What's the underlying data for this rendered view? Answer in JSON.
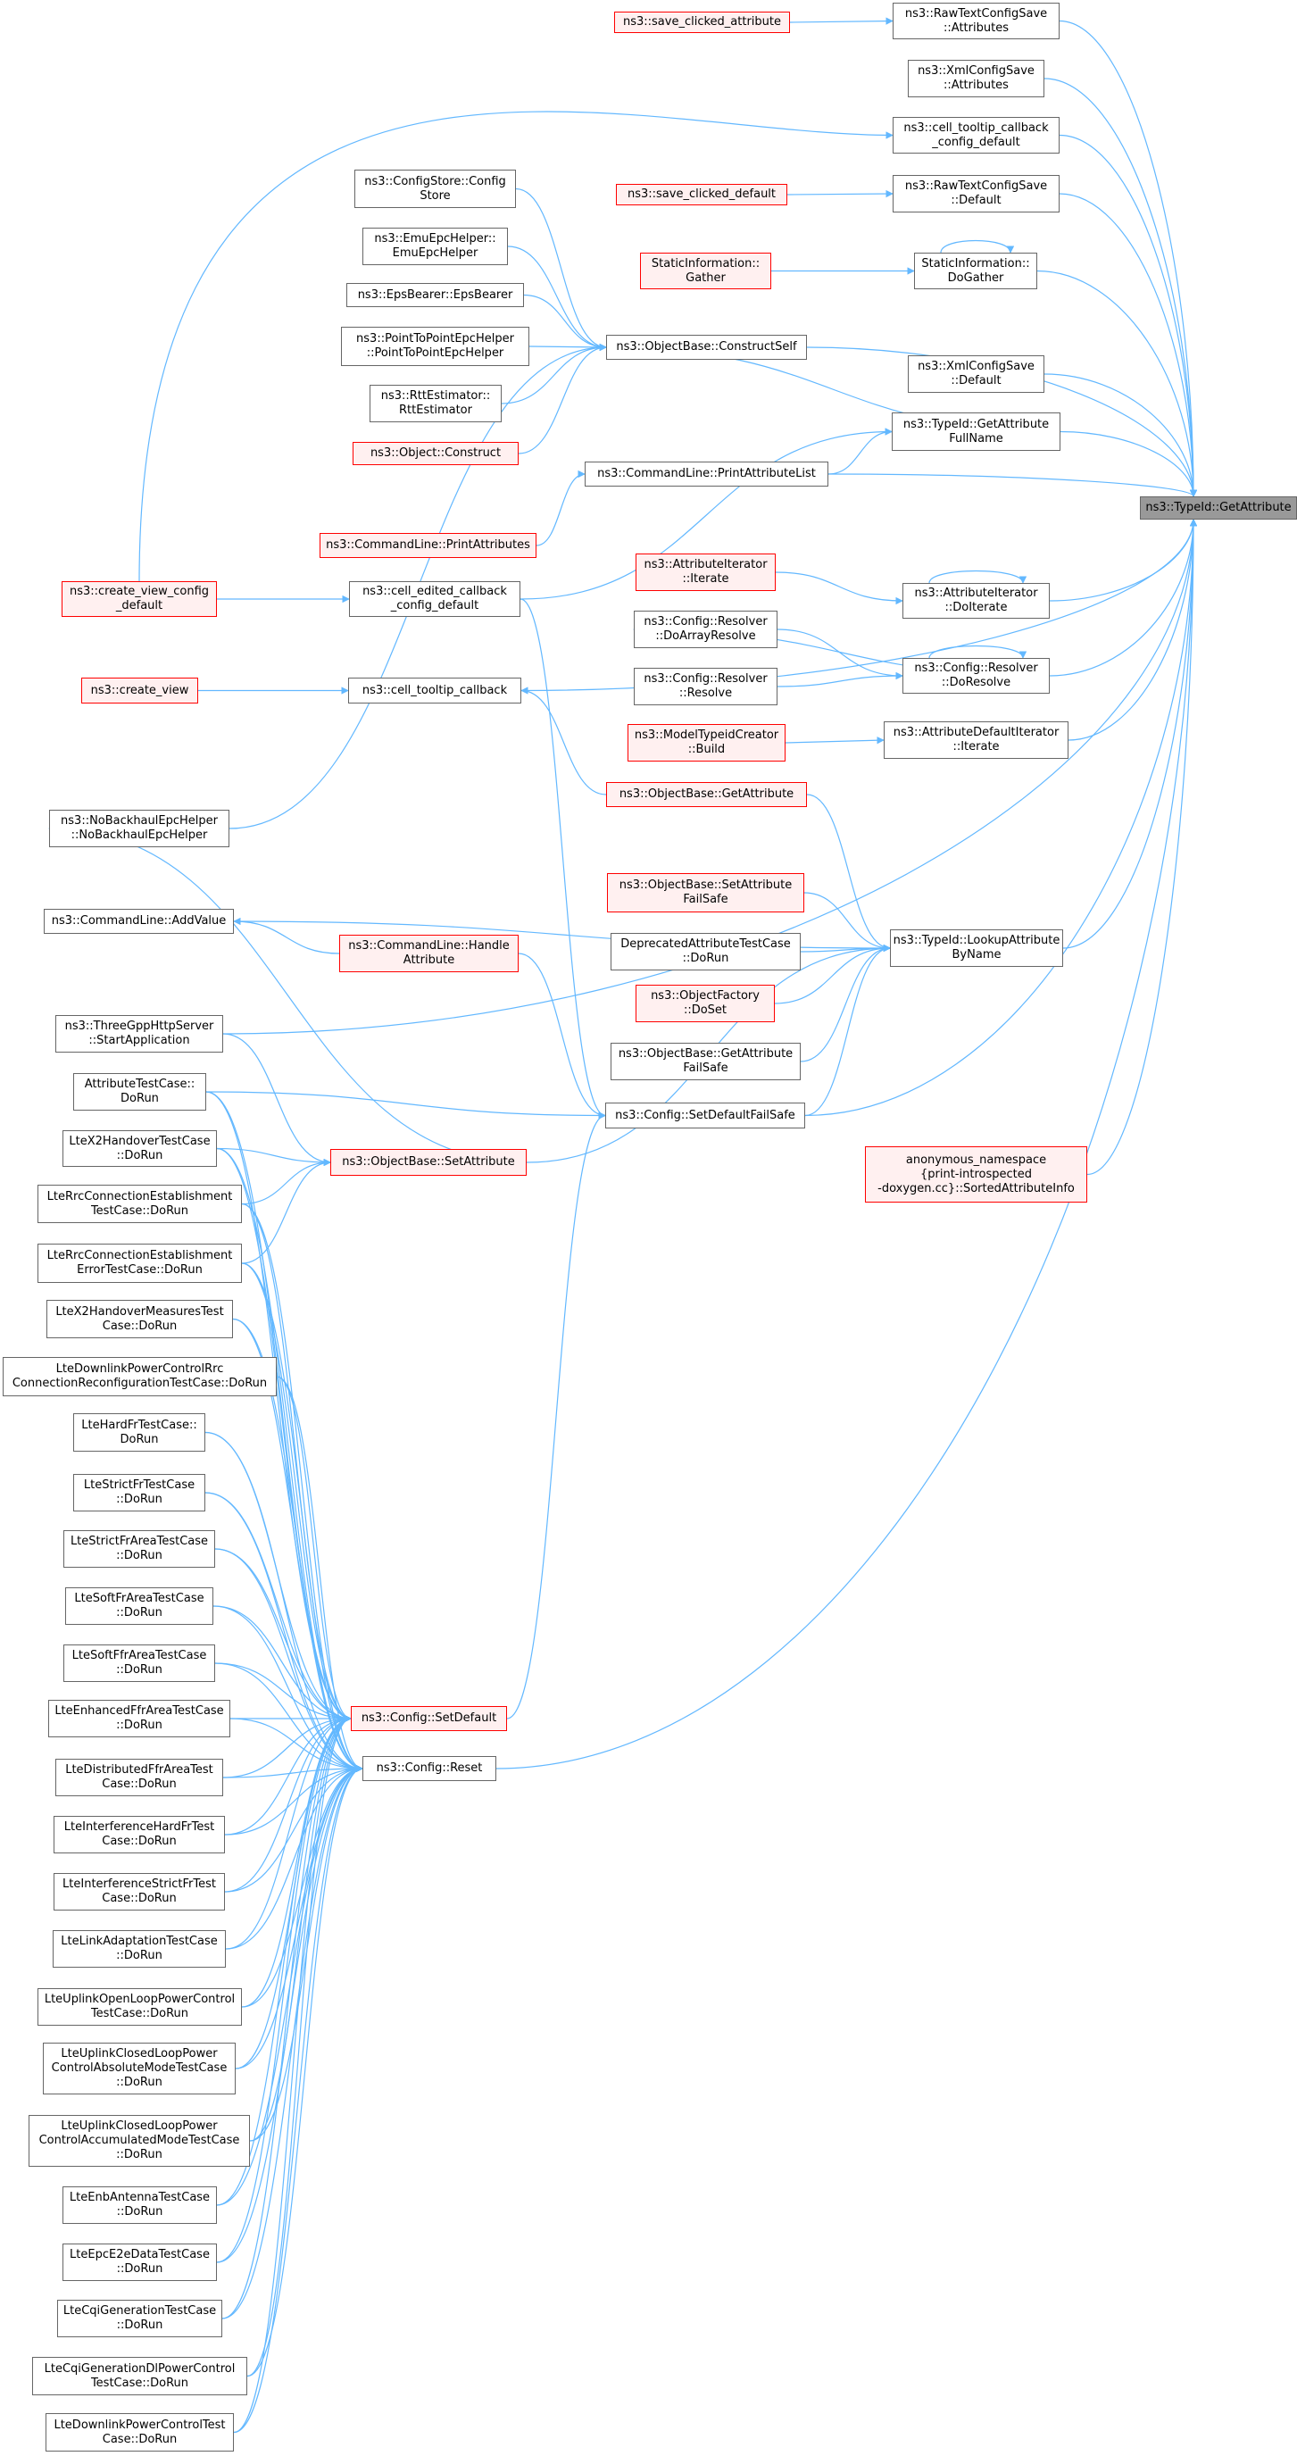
{
  "graph": {
    "root": "ns3::TypeId::GetAttribute",
    "edge_color": "#63b8ff",
    "node_border_color": "#666666",
    "truncated_node_border_color": "#ff0000",
    "truncated_node_fill": "#fff0f0",
    "root_node_fill": "#999999",
    "nodes": [
      {
        "id": "root",
        "label": "ns3::TypeId::GetAttribute",
        "style": "root"
      },
      {
        "id": "raw_attrs",
        "label": "ns3::RawTextConfigSave\n::Attributes",
        "style": "normal"
      },
      {
        "id": "save_clicked_attr",
        "label": "ns3::save_clicked_attribute",
        "style": "red"
      },
      {
        "id": "xml_attrs",
        "label": "ns3::XmlConfigSave\n::Attributes",
        "style": "normal"
      },
      {
        "id": "cell_tooltip_cfg",
        "label": "ns3::cell_tooltip_callback\n_config_default",
        "style": "normal"
      },
      {
        "id": "raw_default",
        "label": "ns3::RawTextConfigSave\n::Default",
        "style": "normal"
      },
      {
        "id": "save_clicked_def",
        "label": "ns3::save_clicked_default",
        "style": "red"
      },
      {
        "id": "static_dogather",
        "label": "StaticInformation::\nDoGather",
        "style": "normal"
      },
      {
        "id": "static_gather",
        "label": "StaticInformation::\nGather",
        "style": "red"
      },
      {
        "id": "construct_self",
        "label": "ns3::ObjectBase::ConstructSelf",
        "style": "normal"
      },
      {
        "id": "config_store",
        "label": "ns3::ConfigStore::Config\nStore",
        "style": "normal"
      },
      {
        "id": "emu_epc",
        "label": "ns3::EmuEpcHelper::\nEmuEpcHelper",
        "style": "normal"
      },
      {
        "id": "eps_bearer",
        "label": "ns3::EpsBearer::EpsBearer",
        "style": "normal"
      },
      {
        "id": "p2p_epc",
        "label": "ns3::PointToPointEpcHelper\n::PointToPointEpcHelper",
        "style": "normal"
      },
      {
        "id": "rtt",
        "label": "ns3::RttEstimator::\nRttEstimator",
        "style": "normal"
      },
      {
        "id": "obj_construct",
        "label": "ns3::Object::Construct",
        "style": "red"
      },
      {
        "id": "xml_default",
        "label": "ns3::XmlConfigSave\n::Default",
        "style": "normal"
      },
      {
        "id": "get_attr_fullname",
        "label": "ns3::TypeId::GetAttribute\nFullName",
        "style": "normal"
      },
      {
        "id": "print_attr_list",
        "label": "ns3::CommandLine::PrintAttributeList",
        "style": "normal"
      },
      {
        "id": "print_attrs",
        "label": "ns3::CommandLine::PrintAttributes",
        "style": "red"
      },
      {
        "id": "create_view_cfg",
        "label": "ns3::create_view_config\n_default",
        "style": "red"
      },
      {
        "id": "cell_edited",
        "label": "ns3::cell_edited_callback\n_config_default",
        "style": "normal"
      },
      {
        "id": "attr_iter_iterate",
        "label": "ns3::AttributeIterator\n::Iterate",
        "style": "red"
      },
      {
        "id": "attr_iter_doiterate",
        "label": "ns3::AttributeIterator\n::DoIterate",
        "style": "normal"
      },
      {
        "id": "cfg_doarray",
        "label": "ns3::Config::Resolver\n::DoArrayResolve",
        "style": "normal"
      },
      {
        "id": "cfg_resolve",
        "label": "ns3::Config::Resolver\n::Resolve",
        "style": "normal"
      },
      {
        "id": "cfg_doresolve",
        "label": "ns3::Config::Resolver\n::DoResolve",
        "style": "normal"
      },
      {
        "id": "create_view",
        "label": "ns3::create_view",
        "style": "red"
      },
      {
        "id": "cell_tooltip",
        "label": "ns3::cell_tooltip_callback",
        "style": "normal"
      },
      {
        "id": "model_typeid",
        "label": "ns3::ModelTypeidCreator\n::Build",
        "style": "red"
      },
      {
        "id": "attr_default_iter",
        "label": "ns3::AttributeDefaultIterator\n::Iterate",
        "style": "normal"
      },
      {
        "id": "ob_getattr",
        "label": "ns3::ObjectBase::GetAttribute",
        "style": "red"
      },
      {
        "id": "nobackhaul",
        "label": "ns3::NoBackhaulEpcHelper\n::NoBackhaulEpcHelper",
        "style": "normal"
      },
      {
        "id": "cmd_addvalue",
        "label": "ns3::CommandLine::AddValue",
        "style": "normal"
      },
      {
        "id": "ob_setattr_failsafe",
        "label": "ns3::ObjectBase::SetAttribute\nFailSafe",
        "style": "red"
      },
      {
        "id": "lookup_by_name",
        "label": "ns3::TypeId::LookupAttribute\nByName",
        "style": "normal"
      },
      {
        "id": "deprecated_test",
        "label": "DeprecatedAttributeTestCase\n::DoRun",
        "style": "normal"
      },
      {
        "id": "cmd_handle_attr",
        "label": "ns3::CommandLine::Handle\nAttribute",
        "style": "red"
      },
      {
        "id": "obj_factory",
        "label": "ns3::ObjectFactory\n::DoSet",
        "style": "red"
      },
      {
        "id": "threegpp",
        "label": "ns3::ThreeGppHttpServer\n::StartApplication",
        "style": "normal"
      },
      {
        "id": "ob_getattr_failsafe",
        "label": "ns3::ObjectBase::GetAttribute\nFailSafe",
        "style": "normal"
      },
      {
        "id": "attr_testcase",
        "label": "AttributeTestCase::\nDoRun",
        "style": "normal"
      },
      {
        "id": "set_default_failsafe",
        "label": "ns3::Config::SetDefaultFailSafe",
        "style": "normal"
      },
      {
        "id": "ltex2_handover",
        "label": "LteX2HandoverTestCase\n::DoRun",
        "style": "normal"
      },
      {
        "id": "ob_setattr",
        "label": "ns3::ObjectBase::SetAttribute",
        "style": "red"
      },
      {
        "id": "anon_sorted",
        "label": "anonymous_namespace\n{print-introspected\n-doxygen.cc}::SortedAttributeInfo",
        "style": "red"
      },
      {
        "id": "lte_rrc_est",
        "label": "LteRrcConnectionEstablishment\nTestCase::DoRun",
        "style": "normal"
      },
      {
        "id": "lte_rrc_est_err",
        "label": "LteRrcConnectionEstablishment\nErrorTestCase::DoRun",
        "style": "normal"
      },
      {
        "id": "ltex2_measures",
        "label": "LteX2HandoverMeasuresTest\nCase::DoRun",
        "style": "normal"
      },
      {
        "id": "lte_dl_power_rrc",
        "label": "LteDownlinkPowerControlRrc\nConnectionReconfigurationTestCase::DoRun",
        "style": "normal"
      },
      {
        "id": "lte_hardfr",
        "label": "LteHardFrTestCase::\nDoRun",
        "style": "normal"
      },
      {
        "id": "lte_strictfr",
        "label": "LteStrictFrTestCase\n::DoRun",
        "style": "normal"
      },
      {
        "id": "lte_strictfr_area",
        "label": "LteStrictFrAreaTestCase\n::DoRun",
        "style": "normal"
      },
      {
        "id": "lte_softfr_area",
        "label": "LteSoftFrAreaTestCase\n::DoRun",
        "style": "normal"
      },
      {
        "id": "lte_softffr_area",
        "label": "LteSoftFfrAreaTestCase\n::DoRun",
        "style": "normal"
      },
      {
        "id": "cfg_setdefault",
        "label": "ns3::Config::SetDefault",
        "style": "red"
      },
      {
        "id": "lte_enhancedffr",
        "label": "LteEnhancedFfrAreaTestCase\n::DoRun",
        "style": "normal"
      },
      {
        "id": "cfg_reset",
        "label": "ns3::Config::Reset",
        "style": "normal"
      },
      {
        "id": "lte_distributedffr",
        "label": "LteDistributedFfrAreaTest\nCase::DoRun",
        "style": "normal"
      },
      {
        "id": "lte_interf_hardfr",
        "label": "LteInterferenceHardFrTest\nCase::DoRun",
        "style": "normal"
      },
      {
        "id": "lte_interf_strictfr",
        "label": "LteInterferenceStrictFrTest\nCase::DoRun",
        "style": "normal"
      },
      {
        "id": "lte_link_adapt",
        "label": "LteLinkAdaptationTestCase\n::DoRun",
        "style": "normal"
      },
      {
        "id": "lte_ul_openloop",
        "label": "LteUplinkOpenLoopPowerControl\nTestCase::DoRun",
        "style": "normal"
      },
      {
        "id": "lte_ul_closed_abs",
        "label": "LteUplinkClosedLoopPower\nControlAbsoluteModeTestCase\n::DoRun",
        "style": "normal"
      },
      {
        "id": "lte_ul_closed_acc",
        "label": "LteUplinkClosedLoopPower\nControlAccumulatedModeTestCase\n::DoRun",
        "style": "normal"
      },
      {
        "id": "lte_enb_antenna",
        "label": "LteEnbAntennaTestCase\n::DoRun",
        "style": "normal"
      },
      {
        "id": "lte_epc_e2e",
        "label": "LteEpcE2eDataTestCase\n::DoRun",
        "style": "normal"
      },
      {
        "id": "lte_cqi_gen",
        "label": "LteCqiGenerationTestCase\n::DoRun",
        "style": "normal"
      },
      {
        "id": "lte_cqi_gen_dl",
        "label": "LteCqiGenerationDlPowerControl\nTestCase::DoRun",
        "style": "normal"
      },
      {
        "id": "lte_dl_power",
        "label": "LteDownlinkPowerControlTest\nCase::DoRun",
        "style": "normal"
      }
    ]
  }
}
